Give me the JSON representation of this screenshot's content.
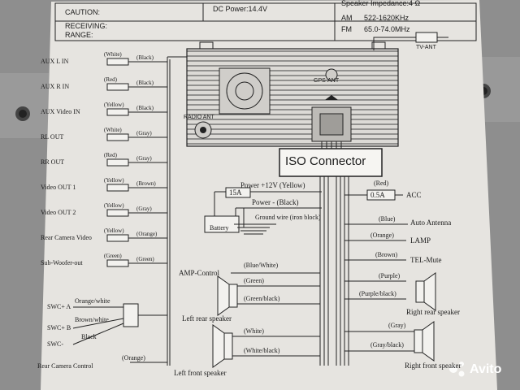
{
  "header": {
    "caution": "CAUTION:",
    "dc_power": "DC Power:14.4V",
    "speaker_impedance": "Speaker Impedance:4 Ω",
    "receiving": "RECEIVING:",
    "range": "RANGE:",
    "am_label": "AM",
    "am_range": "522-1620KHz",
    "fm_label": "FM",
    "fm_range": "65.0-74.0MHz"
  },
  "unit": {
    "radio_ant": "RADIO ANT",
    "gps_ant": "GPS-ANT",
    "tv_ant": "TV-ANT",
    "iso_connector": "ISO Connector"
  },
  "left_connectors": [
    {
      "name": "AUX L IN",
      "color1": "(White)",
      "color2": "(Black)"
    },
    {
      "name": "AUX R IN",
      "color1": "(Red)",
      "color2": "(Black)"
    },
    {
      "name": "AUX Video IN",
      "color1": "(Yellow)",
      "color2": "(Black)"
    },
    {
      "name": "RL OUT",
      "color1": "(White)",
      "color2": "(Gray)"
    },
    {
      "name": "RR OUT",
      "color1": "(Red)",
      "color2": "(Gray)"
    },
    {
      "name": "Video OUT 1",
      "color1": "(Yellow)",
      "color2": "(Brown)"
    },
    {
      "name": "Video OUT 2",
      "color1": "(Yellow)",
      "color2": "(Gray)"
    },
    {
      "name": "Rear Camera Video",
      "color1": "(Yellow)",
      "color2": "(Orange)"
    },
    {
      "name": "Sub-Woofer-out",
      "color1": "(Green)",
      "color2": "(Green)"
    }
  ],
  "swc": {
    "a_label": "SWC+ A",
    "b_label": "SWC+ B",
    "minus_label": "SWC-",
    "a_wire": "Orange/white",
    "b_wire": "Brown/white",
    "minus_wire": "Black"
  },
  "rear_camera_control": {
    "label": "Rear Camera Control",
    "wire": "(Orange)"
  },
  "power": {
    "power_12v": "Power +12V (Yellow)",
    "power_minus": "Power - (Black)",
    "fuse_15": "15A",
    "battery": "Battery",
    "ground": "Ground wire (iron block)"
  },
  "right_wires": {
    "acc_color": "(Red)",
    "acc_fuse": "0.5A",
    "acc": "ACC",
    "antenna_color": "(Blue)",
    "antenna": "Auto Antenna",
    "lamp_color": "(Orange)",
    "lamp": "LAMP",
    "mute_color": "(Brown)",
    "mute": "TEL-Mute"
  },
  "amp_control": {
    "label": "AMP-Control",
    "wire": "(Blue/White)"
  },
  "speakers": {
    "left_rear": "Left rear speaker",
    "left_rear_plus": "(Green)",
    "left_rear_minus": "(Green/black)",
    "left_front": "Left front speaker",
    "left_front_plus": "(White)",
    "left_front_minus": "(White/black)",
    "right_rear": "Right rear speaker",
    "right_rear_plus": "(Purple)",
    "right_rear_minus": "(Purple/black)",
    "right_front": "Right front speaker",
    "right_front_plus": "(Gray)",
    "right_front_minus": "(Gray/black)"
  },
  "watermark": "Avito",
  "colors": {
    "paper": "#e6e4e0",
    "ink": "#1b1b1b",
    "metal": "#8f8f8f"
  }
}
